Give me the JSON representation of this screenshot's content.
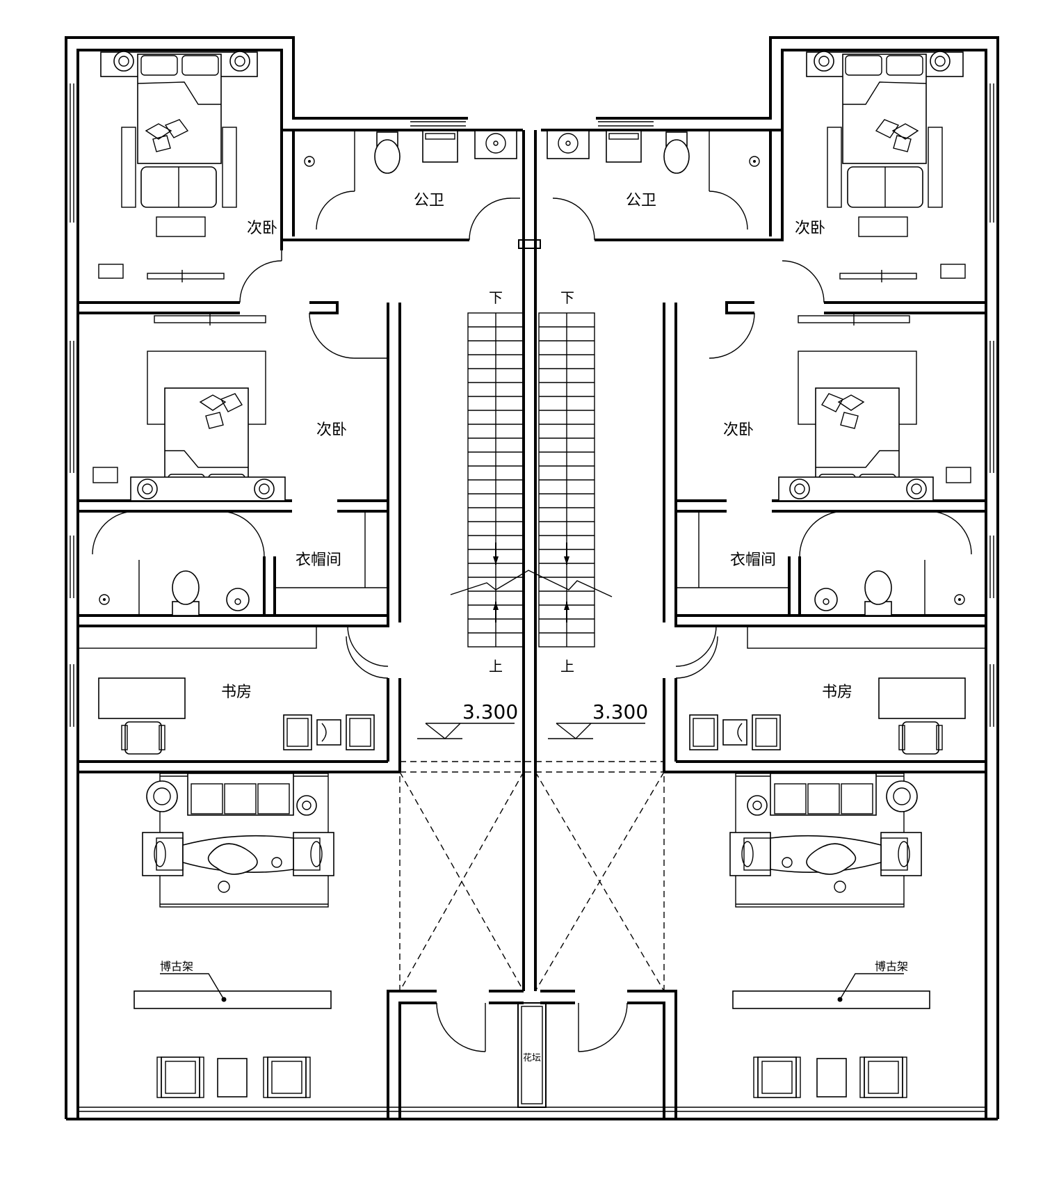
{
  "rooms": {
    "secondary_bedroom": "次卧",
    "public_bathroom": "公卫",
    "cloakroom": "衣帽间",
    "study": "书房",
    "antique_shelf": "博古架",
    "flower_bed": "花坛"
  },
  "stairs": {
    "down": "下",
    "up": "上"
  },
  "elevation": "3.300",
  "colors": {
    "line": "#000000",
    "background": "#ffffff"
  }
}
